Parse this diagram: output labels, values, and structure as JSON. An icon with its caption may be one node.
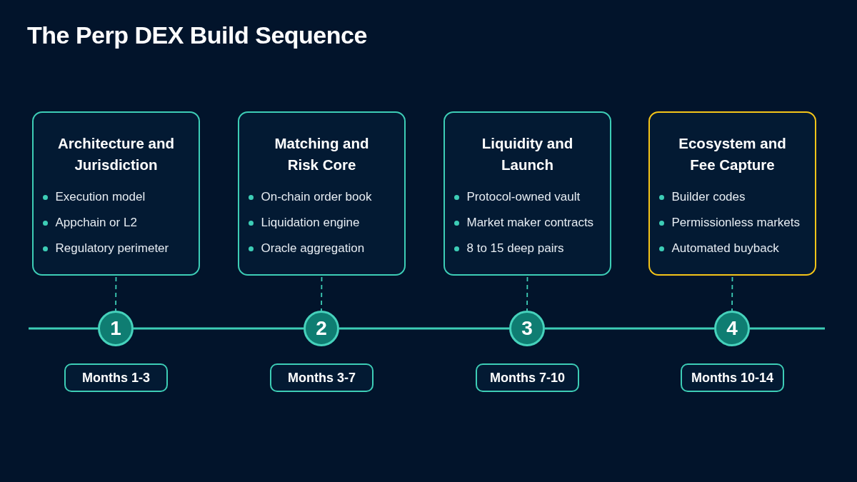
{
  "diagram": {
    "title": "The Perp DEX Build Sequence",
    "nodes": [
      {
        "text": [
          "Architecture and Jurisdiction",
          "Execution model",
          "Appchain or L2",
          "Regulatory perimeter"
        ]
      },
      {
        "text": [
          "Matching and Risk Core",
          "On-chain order book",
          "Liquidation engine",
          "Oracle aggregation"
        ]
      },
      {
        "text": [
          "Liquidity and Launch",
          "Protocol-owned vault",
          "Market maker contracts",
          "8 to 15 deep pairs"
        ]
      },
      {
        "text": [
          "Ecosystem and Fee Capture",
          "Builder codes",
          "Permissionless markets",
          "Automated buyback"
        ]
      },
      {
        "text": [
          "1"
        ]
      },
      {
        "text": [
          "2"
        ]
      },
      {
        "text": [
          "3"
        ]
      },
      {
        "text": [
          "4"
        ]
      },
      {
        "text": [
          "Months 1-3"
        ]
      },
      {
        "text": [
          "Months 3-7"
        ]
      },
      {
        "text": [
          "Months 7-10"
        ]
      },
      {
        "text": [
          "Months 10-14"
        ]
      }
    ],
    "edges": [
      {
        "from": 0,
        "to": 4,
        "arrow": "none",
        "style": "dashed"
      },
      {
        "from": 1,
        "to": 5,
        "arrow": "none",
        "style": "dashed"
      },
      {
        "from": 2,
        "to": 6,
        "arrow": "none",
        "style": "dashed"
      },
      {
        "from": 3,
        "to": 7,
        "arrow": "none",
        "style": "dashed"
      },
      {
        "from": null,
        "to": 4,
        "arrow": "none"
      },
      {
        "from": 4,
        "to": 5,
        "arrow": "none"
      },
      {
        "from": 5,
        "to": 6,
        "arrow": "none"
      },
      {
        "from": 6,
        "to": 7,
        "arrow": "none"
      },
      {
        "from": 7,
        "to": null,
        "arrow": "none"
      }
    ]
  }
}
